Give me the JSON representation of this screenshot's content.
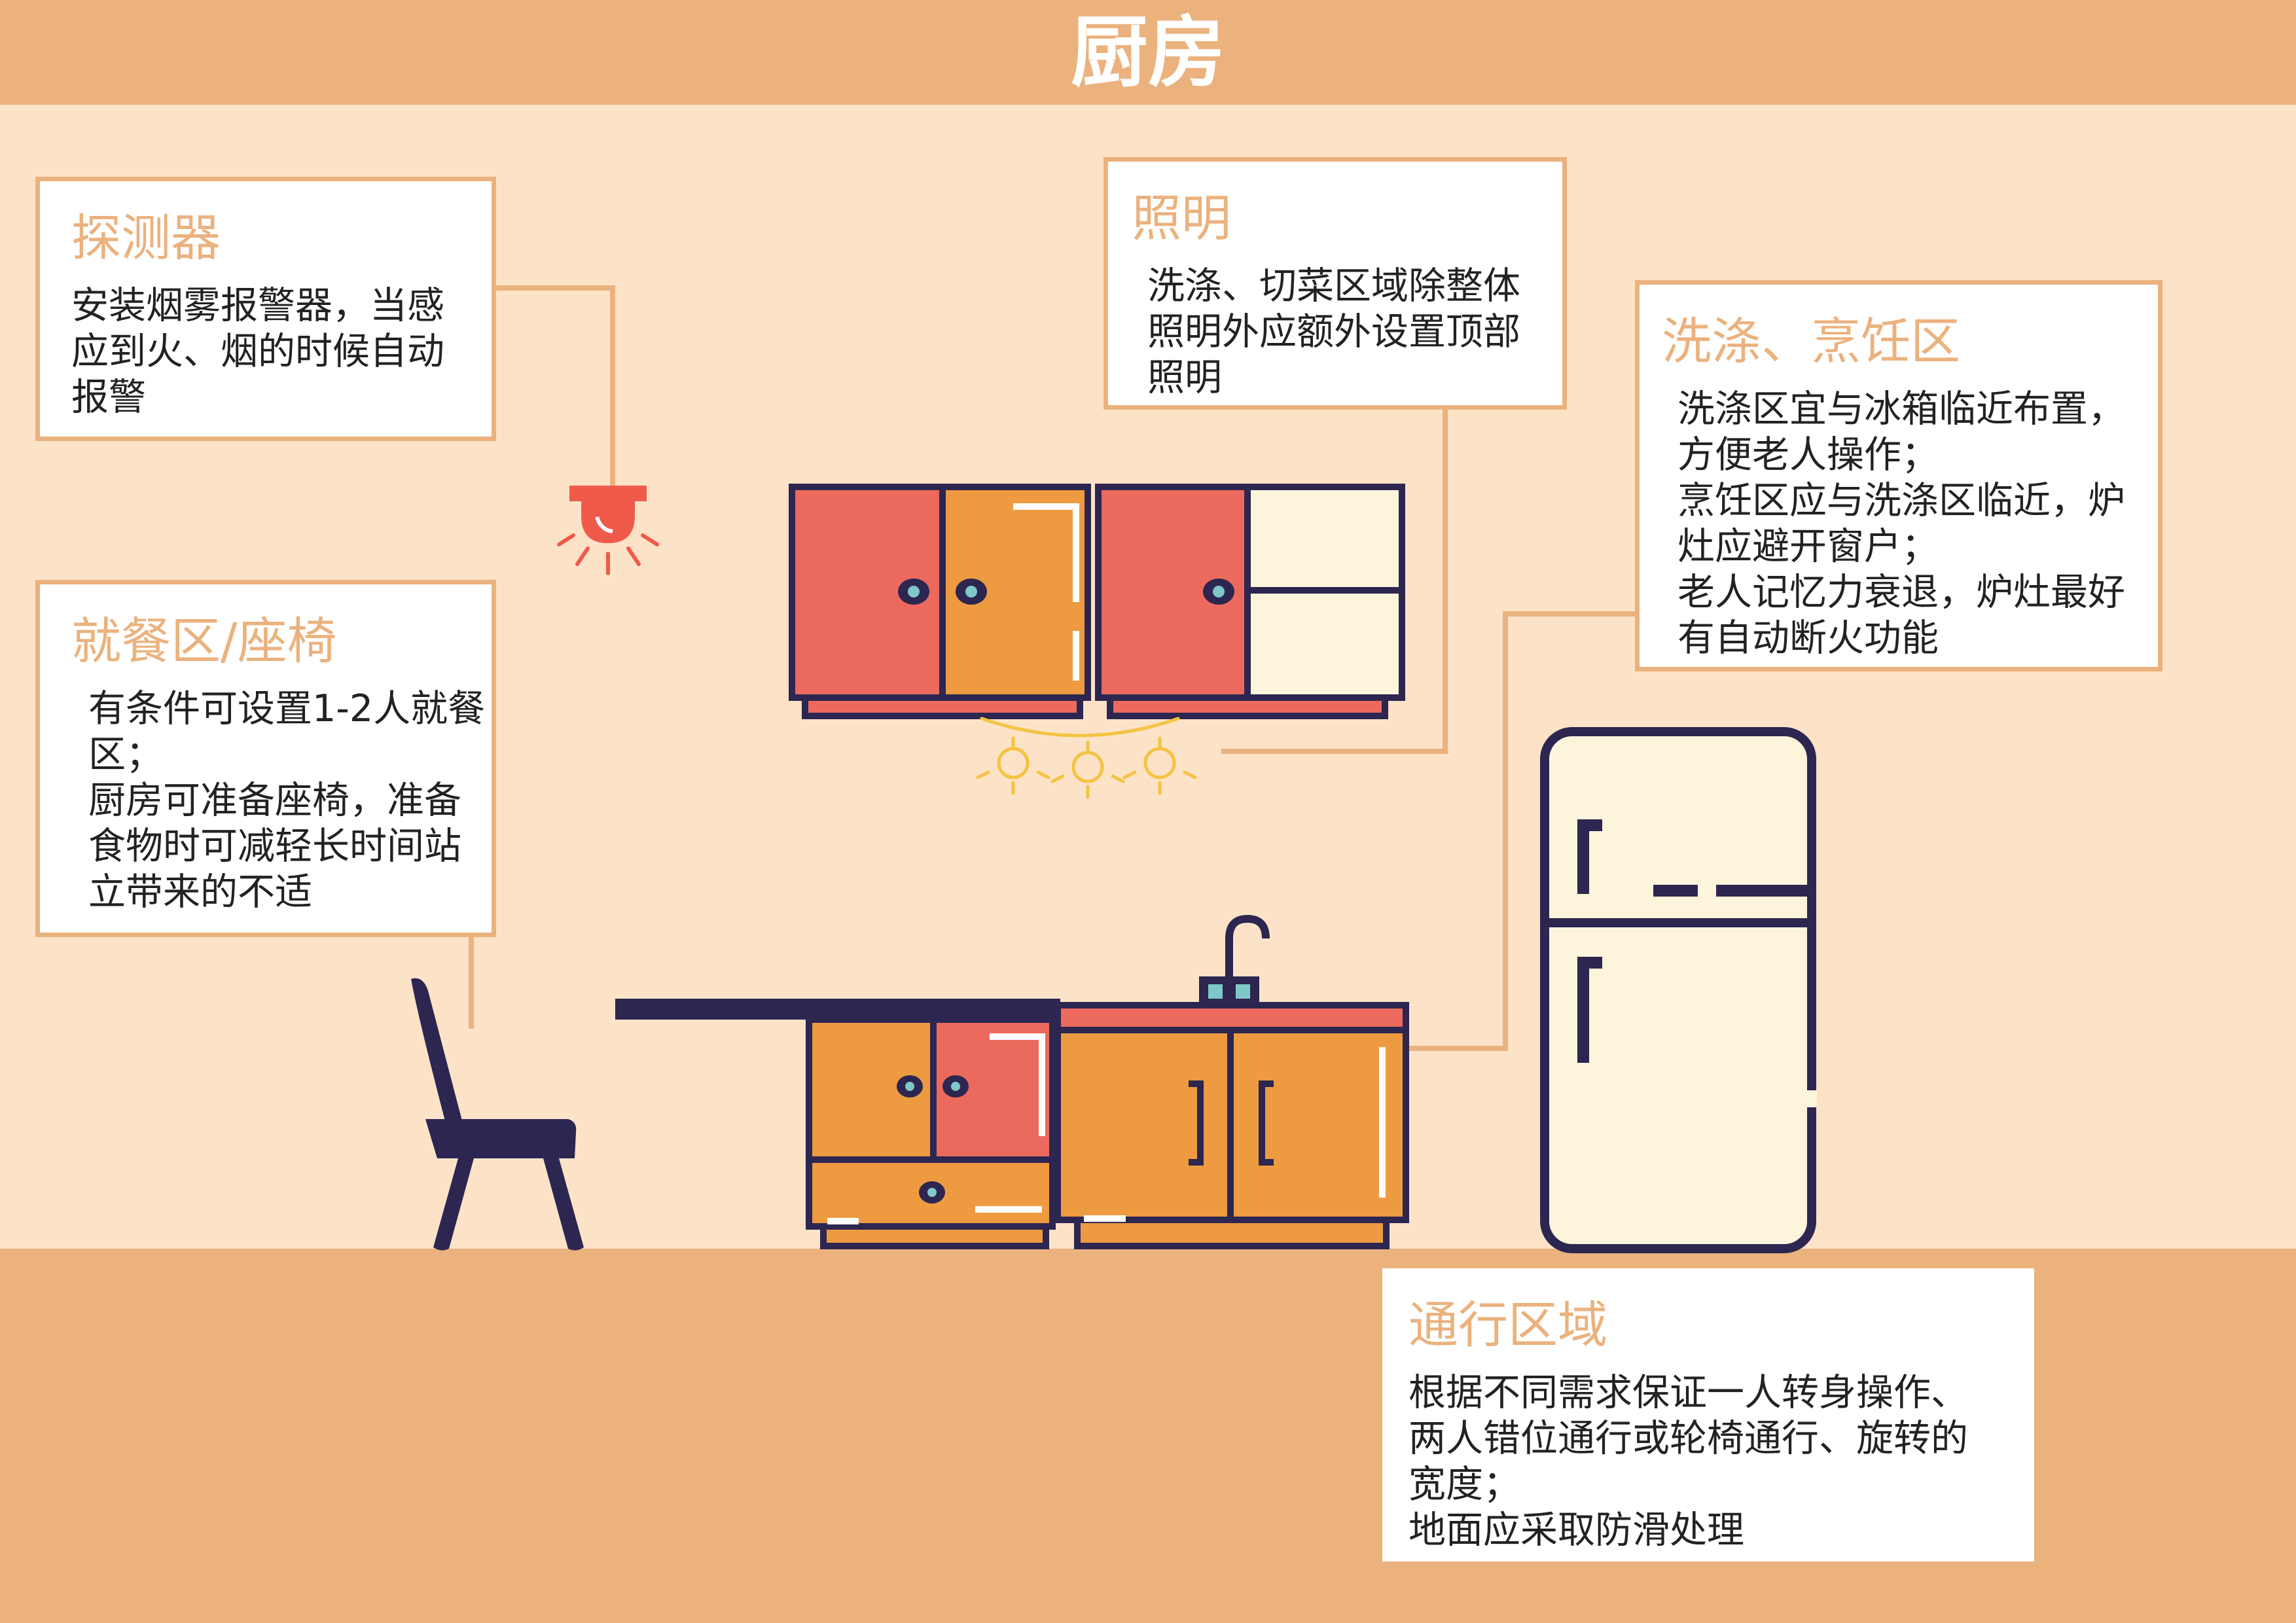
{
  "page": {
    "title": "厨房"
  },
  "cards": {
    "detector": {
      "title": "探测器",
      "lines": [
        "安装烟雾报警器，当感",
        "应到火、烟的时候自动",
        "报警"
      ]
    },
    "lighting": {
      "title": "照明",
      "lines": [
        "洗涤、切菜区域除整体",
        "照明外应额外设置顶部",
        "照明"
      ]
    },
    "wash_cook": {
      "title": "洗涤、烹饪区",
      "lines": [
        "洗涤区宜与冰箱临近布置，",
        "方便老人操作；",
        "烹饪区应与洗涤区临近，炉",
        "灶应避开窗户；",
        "老人记忆力衰退，炉灶最好",
        "有自动断火功能"
      ]
    },
    "dining": {
      "title": "就餐区/座椅",
      "lines": [
        "有条件可设置1-2人就餐",
        "区；",
        "厨房可准备座椅，准备",
        "食物时可减轻长时间站",
        "立带来的不适"
      ]
    },
    "passage": {
      "title": "通行区域",
      "lines": [
        "根据不同需求保证一人转身操作、",
        "两人错位通行或轮椅通行、旋转的",
        "宽度；",
        "地面应采取防滑处理"
      ]
    }
  },
  "colors": {
    "background": "#fce3c8",
    "banner": "#ebb27e",
    "outline": "#2c2650",
    "red": "#ec6a5d",
    "orange": "#ee9a41",
    "cream": "#fdf4dc",
    "bulb": "#f5c342",
    "alarm": "#f05a4a",
    "faucet": "#7fc8c8"
  },
  "icons": {
    "smoke_detector": "smoke-detector-icon",
    "light_bulbs": "light-bulb-icon",
    "faucet": "faucet-icon"
  }
}
